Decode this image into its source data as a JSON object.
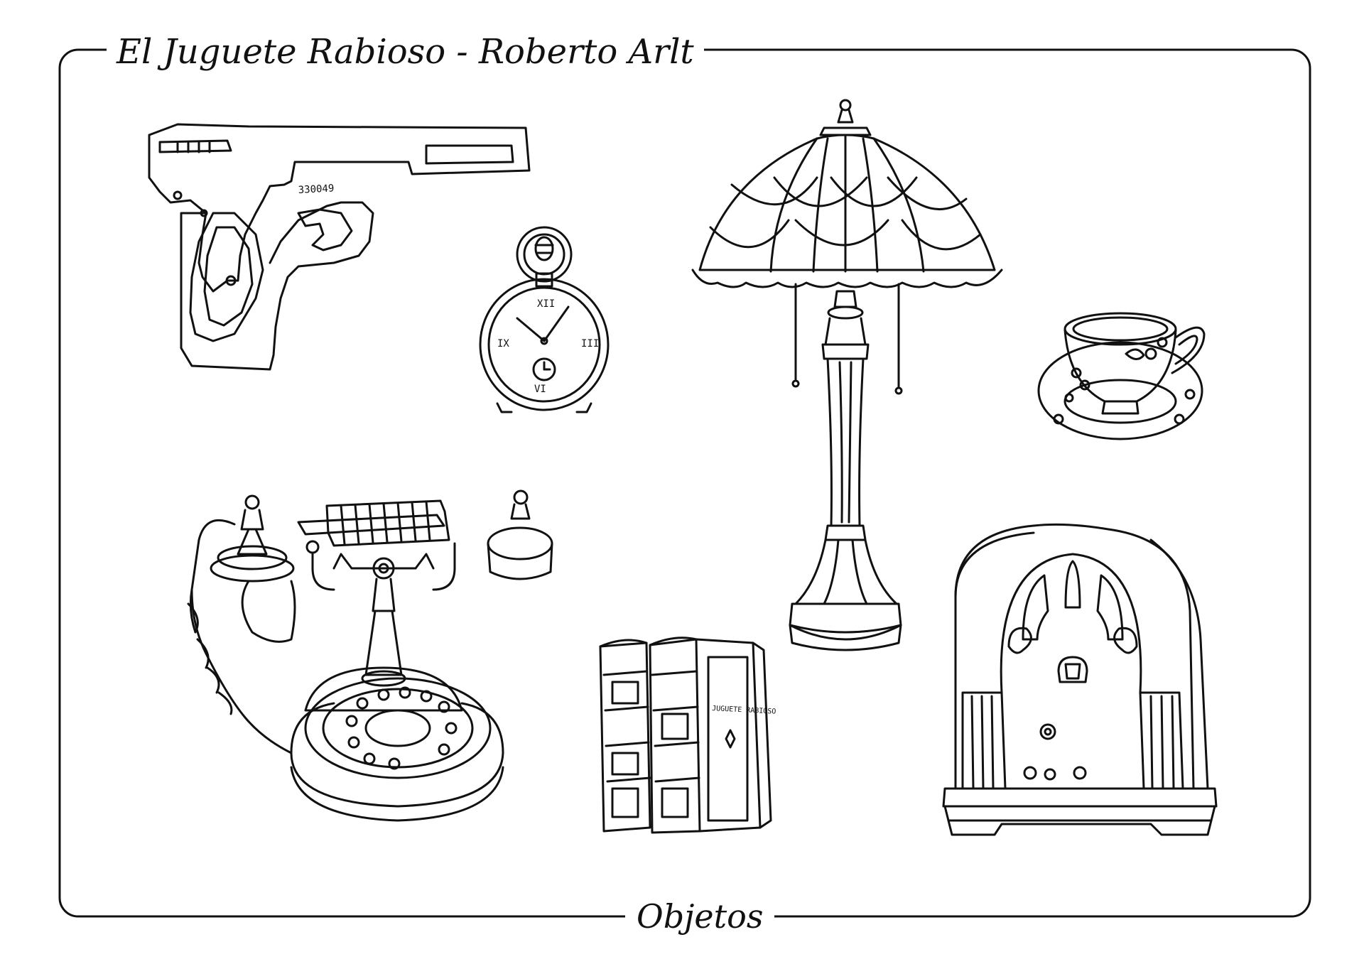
{
  "header": {
    "title": "El Juguete Rabioso - Roberto Arlt"
  },
  "footer": {
    "caption": "Objetos"
  },
  "objects": [
    {
      "name": "pistol",
      "serial": "330049"
    },
    {
      "name": "pocket watch",
      "numerals": [
        "XII",
        "III",
        "VI",
        "IX"
      ]
    },
    {
      "name": "table lamp"
    },
    {
      "name": "teacup and saucer"
    },
    {
      "name": "rotary telephone"
    },
    {
      "name": "books",
      "book_title": "JUGUETE RABIOSO"
    },
    {
      "name": "vintage radio"
    }
  ],
  "colors": {
    "ink": "#111111",
    "paper": "#ffffff"
  },
  "icons": [
    "pistol-icon",
    "pocket-watch-icon",
    "lamp-icon",
    "teacup-icon",
    "telephone-icon",
    "books-icon",
    "radio-icon"
  ]
}
